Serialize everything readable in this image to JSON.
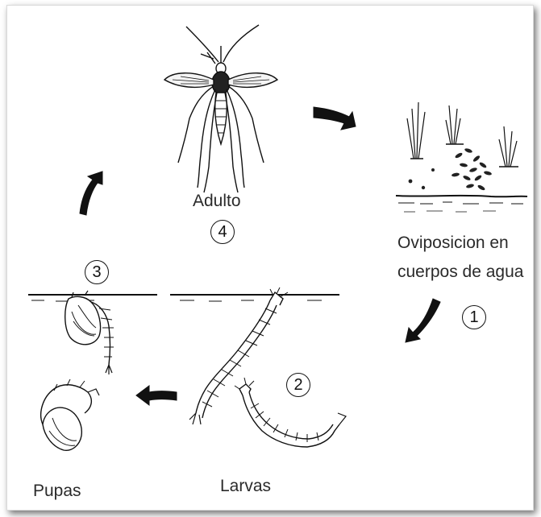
{
  "stages": [
    {
      "number": "1",
      "label_line1": "Oviposicion en",
      "label_line2": "cuerpos de agua"
    },
    {
      "number": "2",
      "label": "Larvas"
    },
    {
      "number": "3",
      "label": "Pupas"
    },
    {
      "number": "4",
      "label": "Adulto"
    }
  ],
  "colors": {
    "ink": "#111111",
    "text": "#2a2a2a",
    "frame_border": "#d9d9d9"
  }
}
